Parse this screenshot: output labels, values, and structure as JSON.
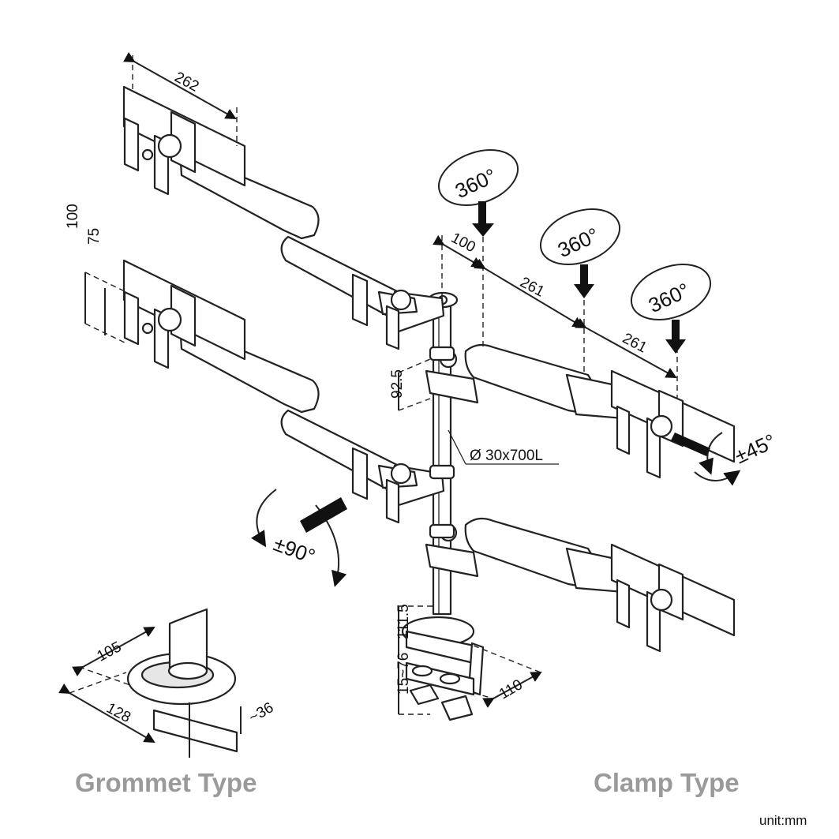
{
  "diagram": {
    "dimensions": {
      "arm_length_top": "262",
      "vesa_100": "100",
      "vesa_75": "75",
      "pole_offset": "100",
      "arm_segment_1": "261",
      "arm_segment_2": "261",
      "arm_spacing": "92.5",
      "pole_spec": "Ø 30x700L",
      "grommet_width": "105",
      "grommet_depth": "128",
      "grommet_height": "~36",
      "clamp_height": "111.5",
      "clamp_range": "15~76",
      "clamp_width": "110"
    },
    "rotations": {
      "swivel_1": "360°",
      "swivel_2": "360°",
      "swivel_3": "360°",
      "tilt": "±45°",
      "rotate": "±90°"
    },
    "captions": {
      "grommet": "Grommet Type",
      "clamp": "Clamp Type",
      "unit": "unit:mm"
    }
  }
}
